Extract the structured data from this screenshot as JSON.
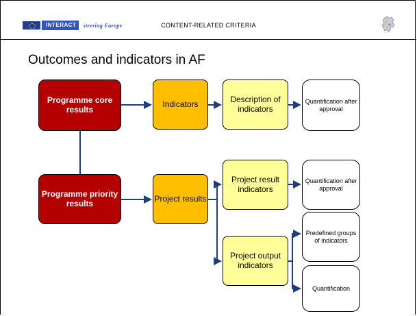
{
  "header": {
    "logo_brand": "INTERACT",
    "logo_tag": "steering Europe",
    "title": "CONTENT-RELATED CRITERIA"
  },
  "slide": {
    "title": "Outcomes and indicators in AF"
  },
  "diagram": {
    "programme_core_results": "Programme core results",
    "indicators": "Indicators",
    "description_of_indicators": "Description of indicators",
    "quantification_after_approval_1": "Quantification after approval",
    "programme_priority_results": "Programme priority results",
    "project_results": "Project results",
    "project_result_indicators": "Project result indicators",
    "quantification_after_approval_2": "Quantification after approval",
    "project_output_indicators": "Project output indicators",
    "predefined_groups_of_indicators": "Predefined groups of indicators",
    "quantification": "Quantification"
  },
  "colors": {
    "red": "#b40000",
    "orange": "#ffbf00",
    "yellow": "#ffff99",
    "connector": "#1f3f7a"
  }
}
